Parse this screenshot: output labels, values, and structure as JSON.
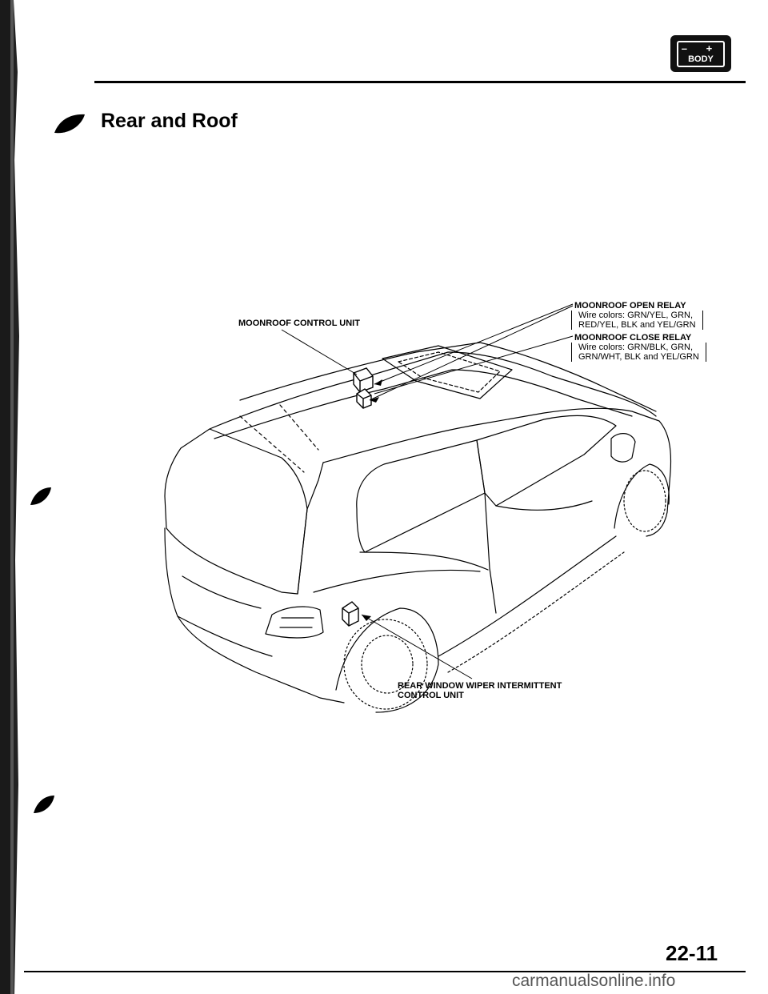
{
  "header": {
    "badge": {
      "polarity": "– +",
      "label": "BODY"
    }
  },
  "section": {
    "title": "Rear and Roof"
  },
  "callouts": {
    "moonroof_control_unit": "MOONROOF CONTROL UNIT",
    "moonroof_open_relay": {
      "title": "MOONROOF OPEN RELAY",
      "wire_line1": "Wire colors: GRN/YEL, GRN,",
      "wire_line2": "RED/YEL, BLK and YEL/GRN"
    },
    "moonroof_close_relay": {
      "title": "MOONROOF CLOSE RELAY",
      "wire_line1": "Wire colors: GRN/BLK, GRN,",
      "wire_line2": "GRN/WHT, BLK and YEL/GRN"
    },
    "rear_wiper_unit": {
      "line1": "REAR WINDOW WIPER INTERMITTENT",
      "line2": "CONTROL UNIT"
    }
  },
  "footer": {
    "page_number": "22-11",
    "watermark": "carmanualsonline.info"
  }
}
